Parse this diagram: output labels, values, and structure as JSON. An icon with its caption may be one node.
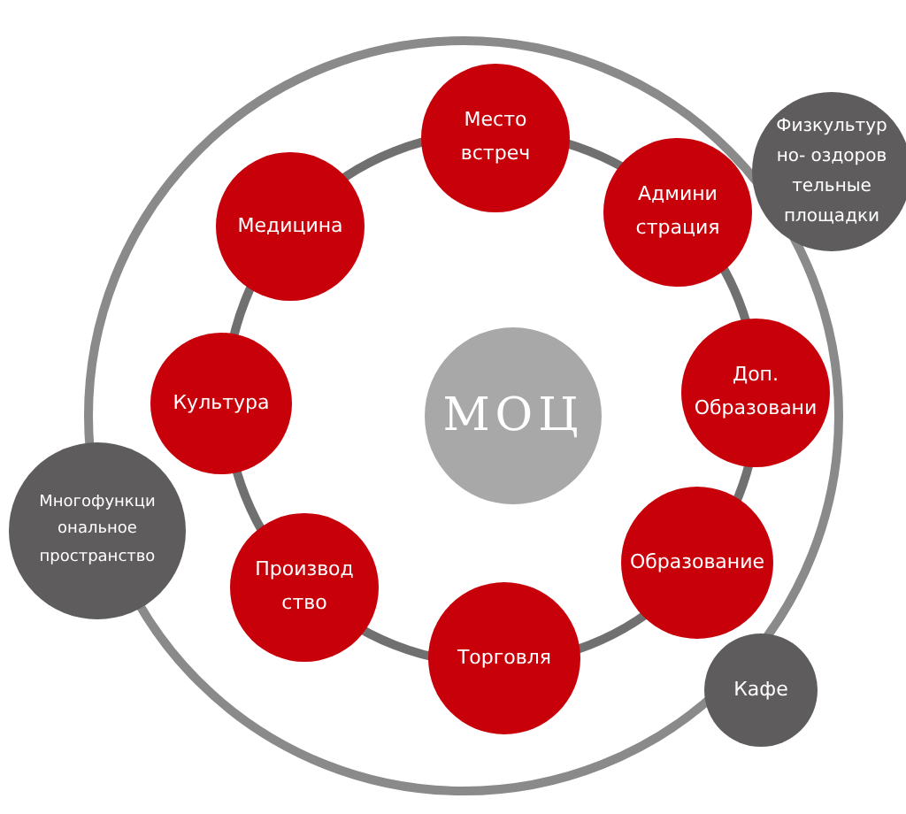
{
  "diagram": {
    "nodes": [
      {
        "text": [
          "МОЦ"
        ]
      },
      {
        "text": [
          "Место встреч"
        ]
      },
      {
        "text": [
          "Админи страция"
        ]
      },
      {
        "text": [
          "Доп. Образовани"
        ]
      },
      {
        "text": [
          "Образование"
        ]
      },
      {
        "text": [
          "Торговля"
        ]
      },
      {
        "text": [
          "Производ ство"
        ]
      },
      {
        "text": [
          "Культура"
        ]
      },
      {
        "text": [
          "Медицина"
        ]
      },
      {
        "text": [
          "Физкультур но- оздоров тельные площадки"
        ]
      },
      {
        "text": [
          "Многофункци ональное пространство"
        ]
      },
      {
        "text": [
          "Кафе"
        ]
      }
    ]
  }
}
